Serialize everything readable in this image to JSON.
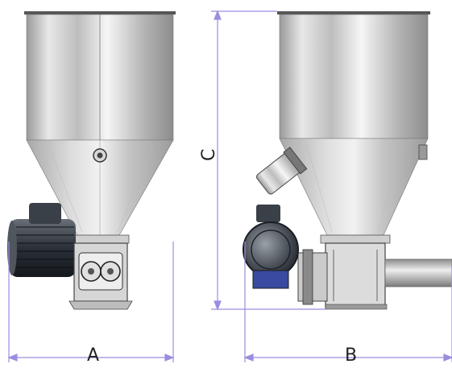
{
  "dimensions": {
    "a": {
      "label": "A"
    },
    "b": {
      "label": "B"
    },
    "c": {
      "label": "C"
    }
  },
  "colors": {
    "dimension_line": "#9b8ee0",
    "steel_light": "#f4f4f4",
    "steel_mid": "#c8c8c8",
    "steel_dark": "#8a8a8a",
    "motor_dark": "#2a3038",
    "motor_blue": "#3a4aa0"
  }
}
